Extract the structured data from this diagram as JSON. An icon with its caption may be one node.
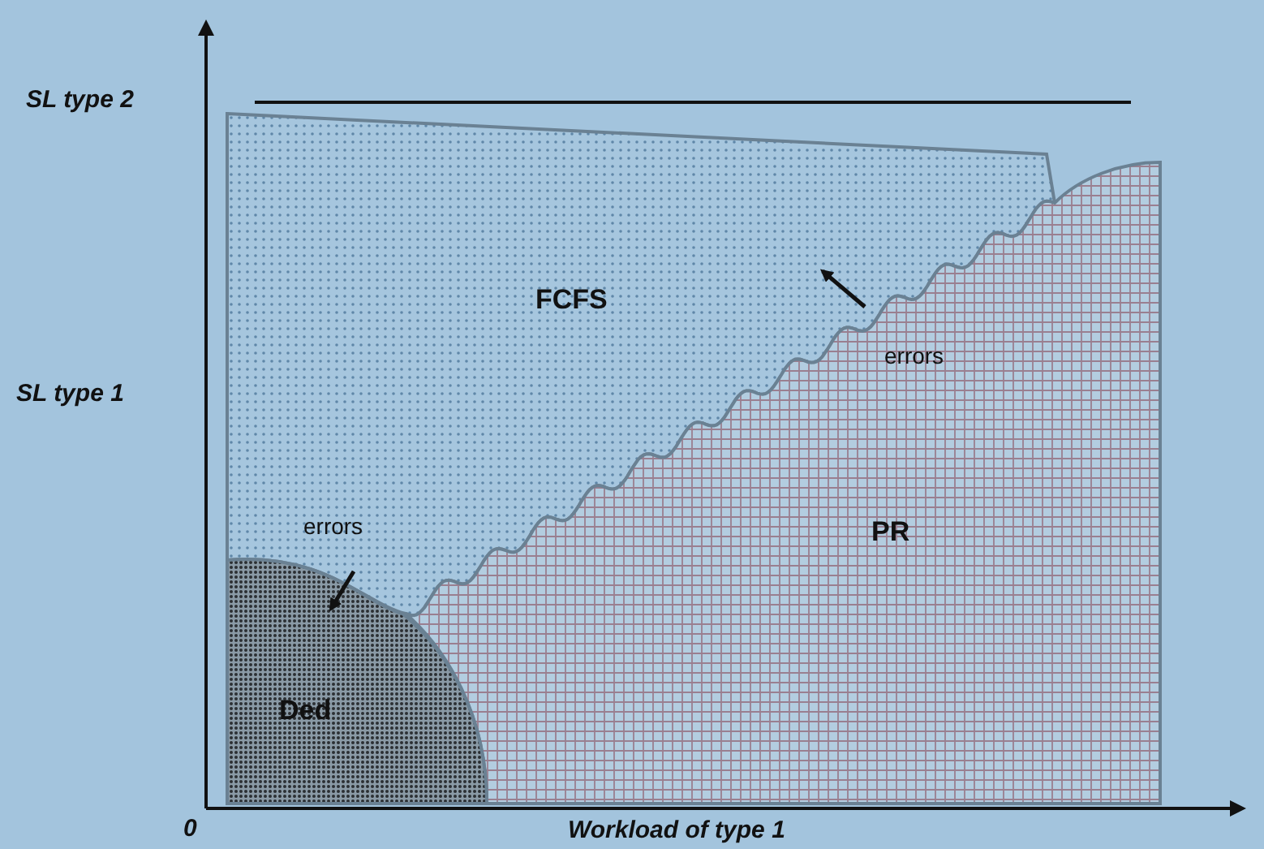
{
  "diagram": {
    "labels": [
      "SL type 2",
      "FCFS",
      "errors",
      "SL type 1",
      "errors",
      "PR",
      "Ded",
      "0",
      "Workload of type 1"
    ]
  }
}
